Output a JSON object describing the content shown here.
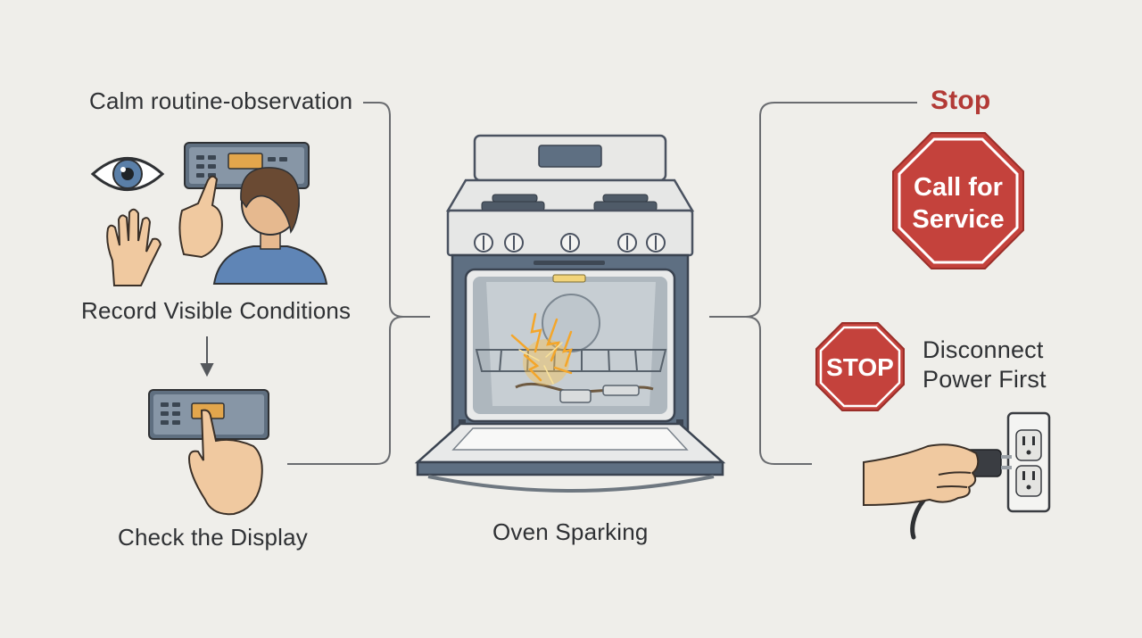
{
  "left": {
    "heading": "Calm routine-observation",
    "step1": "Record Visible Conditions",
    "step2": "Check the Display"
  },
  "center": {
    "label": "Oven Sparking"
  },
  "right": {
    "heading": "Stop",
    "sign_line1": "Call for",
    "sign_line2": "Service",
    "small_sign": "STOP",
    "disconnect_line1": "Disconnect",
    "disconnect_line2": "Power First"
  },
  "colors": {
    "background": "#efeeea",
    "stop_red": "#c4423c",
    "steel": "#5d6e80",
    "spark": "#f4a62a"
  },
  "icons": [
    "eye-icon",
    "raised-hand-icon",
    "pointing-hand-icon",
    "person-icon",
    "control-panel-icon",
    "oven-icon",
    "stop-sign-icon",
    "power-plug-icon",
    "wall-outlet-icon",
    "down-arrow-icon"
  ]
}
